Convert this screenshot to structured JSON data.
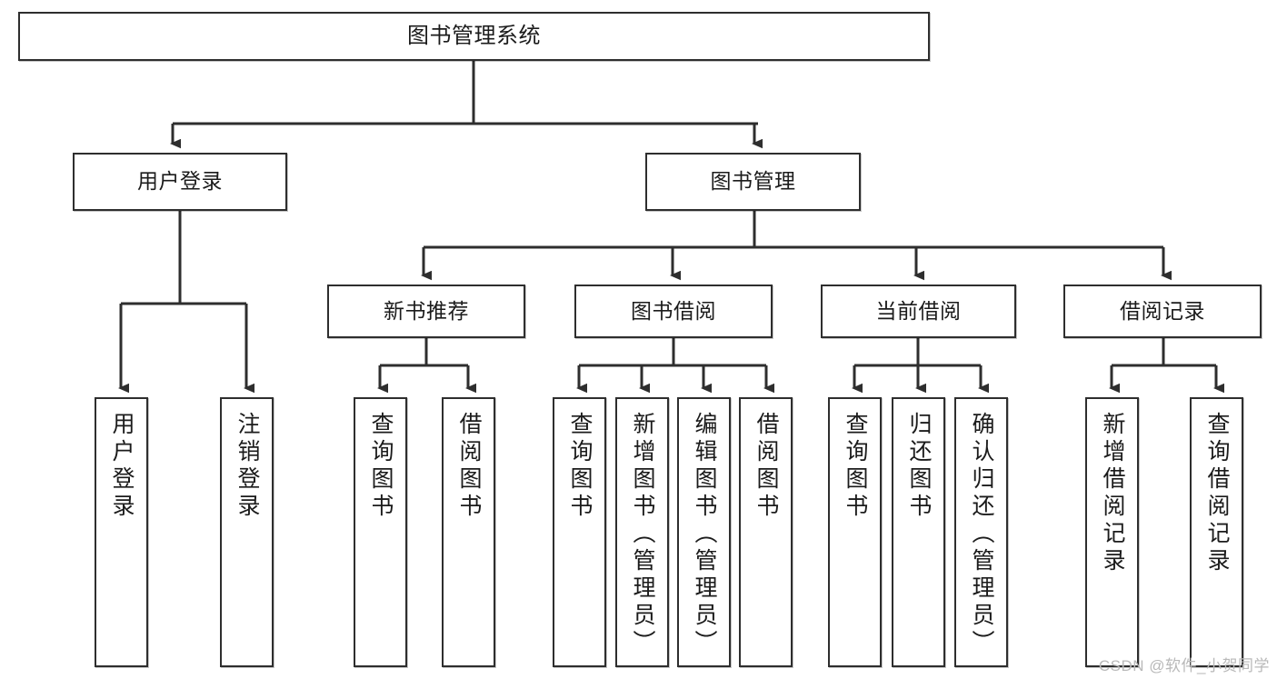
{
  "diagram": {
    "title": "图书管理系统",
    "type": "tree",
    "watermark": "CSDN @软件_小贺同学",
    "colors": {
      "box_border": "#2e2e2e",
      "box_fill": "#ffffff",
      "edge": "#2e2e2e",
      "text": "#1b1b1b",
      "watermark": "#b9b9b9"
    },
    "nodes": {
      "root": {
        "label": "图书管理系统"
      },
      "level2": [
        {
          "id": "user_login",
          "label": "用户登录"
        },
        {
          "id": "book_manage",
          "label": "图书管理"
        }
      ],
      "level3": [
        {
          "id": "new_book_rec",
          "label": "新书推荐"
        },
        {
          "id": "book_borrow",
          "label": "图书借阅"
        },
        {
          "id": "current_borrow",
          "label": "当前借阅"
        },
        {
          "id": "borrow_record",
          "label": "借阅记录"
        }
      ],
      "leaves": {
        "user_login": [
          {
            "id": "leaf_user_login",
            "label": "用户登录"
          },
          {
            "id": "leaf_user_logout",
            "label": "注销登录"
          }
        ],
        "new_book_rec": [
          {
            "id": "leaf_query_book_1",
            "label": "查询图书"
          },
          {
            "id": "leaf_borrow_book_1",
            "label": "借阅图书"
          }
        ],
        "book_borrow": [
          {
            "id": "leaf_query_book_2",
            "label": "查询图书"
          },
          {
            "id": "leaf_add_book",
            "label": "新增图书（管理员）"
          },
          {
            "id": "leaf_edit_book",
            "label": "编辑图书（管理员）"
          },
          {
            "id": "leaf_borrow_book_2",
            "label": "借阅图书"
          }
        ],
        "current_borrow": [
          {
            "id": "leaf_query_book_3",
            "label": "查询图书"
          },
          {
            "id": "leaf_return_book",
            "label": "归还图书"
          },
          {
            "id": "leaf_confirm_return",
            "label": "确认归还（管理员）"
          }
        ],
        "borrow_record": [
          {
            "id": "leaf_add_record",
            "label": "新增借阅记录"
          },
          {
            "id": "leaf_query_record",
            "label": "查询借阅记录"
          }
        ]
      }
    }
  }
}
